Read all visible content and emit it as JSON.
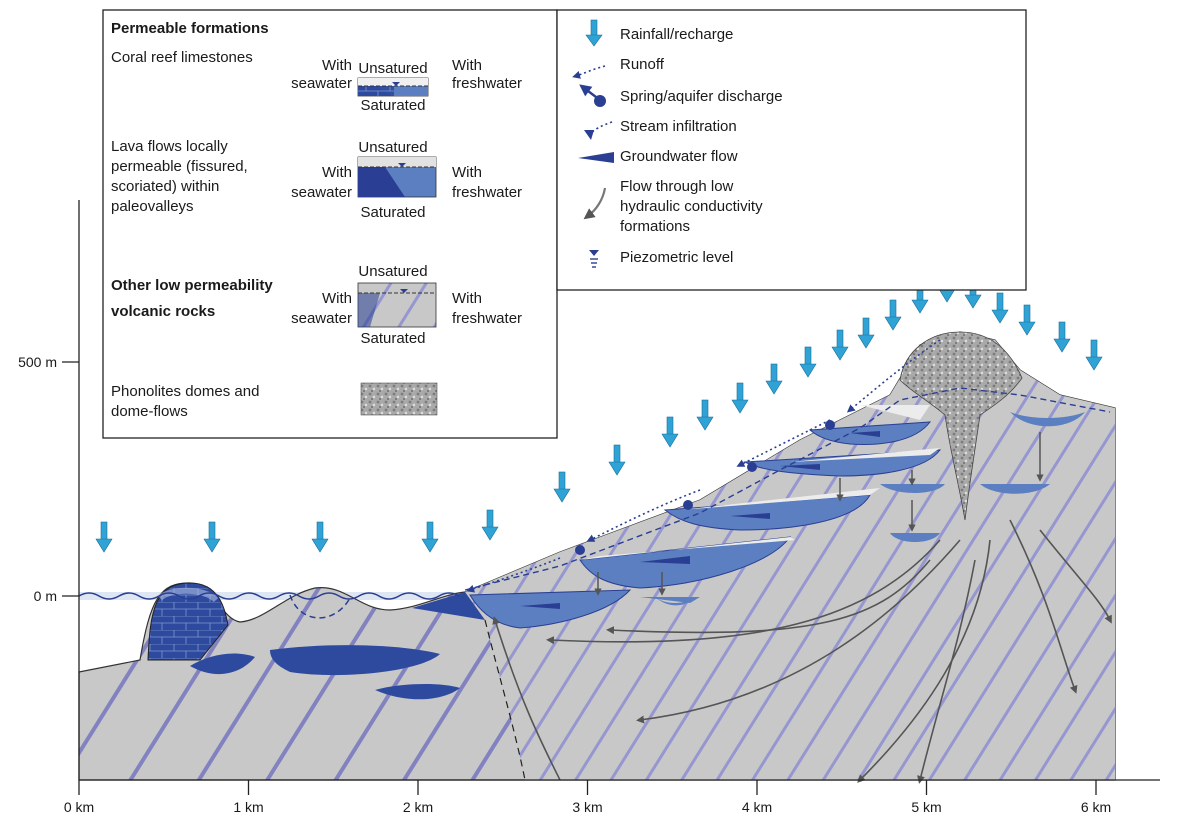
{
  "legend_left": {
    "section_permeable": "Permeable formations",
    "coral_label": "Coral reef limestones",
    "lava_label_1": "Lava flows locally",
    "lava_label_2": "permeable (fissured,",
    "lava_label_3": "scoriated) within",
    "lava_label_4": "paleovalleys",
    "lowperm_label_1": "Other low permeability",
    "lowperm_label_2": "volcanic rocks",
    "phonolite_label_1": "Phonolites domes and",
    "phonolite_label_2": "dome-flows",
    "unsatured": "Unsatured",
    "saturated": "Saturated",
    "with": "With",
    "seawater": "seawater",
    "freshwater": "freshwater"
  },
  "legend_right": {
    "rainfall": "Rainfall/recharge",
    "runoff": "Runoff",
    "spring": "Spring/aquifer discharge",
    "stream": "Stream infiltration",
    "groundwater": "Groundwater flow",
    "lowflow_1": "Flow through low",
    "lowflow_2": "hydraulic conductivity",
    "lowflow_3": "formations",
    "piezo": "Piezometric level"
  },
  "axes": {
    "y_ticks": [
      "500 m",
      "0 m"
    ],
    "x_ticks": [
      "0 km",
      "1 km",
      "2 km",
      "3 km",
      "4 km",
      "5 km",
      "6 km"
    ]
  },
  "colors": {
    "rock": "#c9c9c9",
    "stripe": "#5a5ab4",
    "dark_blue": "#2a3f93",
    "aquifer_blue": "#5b7fc0",
    "unsat": "#ececec",
    "rain": "#2fa3d6",
    "arrow_grey": "#555555"
  },
  "icons": {
    "rainfall": "down-arrow-icon",
    "runoff": "dotted-arrow-icon",
    "spring": "spring-circle-icon",
    "stream": "stream-infiltration-icon",
    "groundwater": "wedge-arrow-icon",
    "lowflow": "curved-arrow-icon",
    "piezo": "water-level-icon"
  }
}
